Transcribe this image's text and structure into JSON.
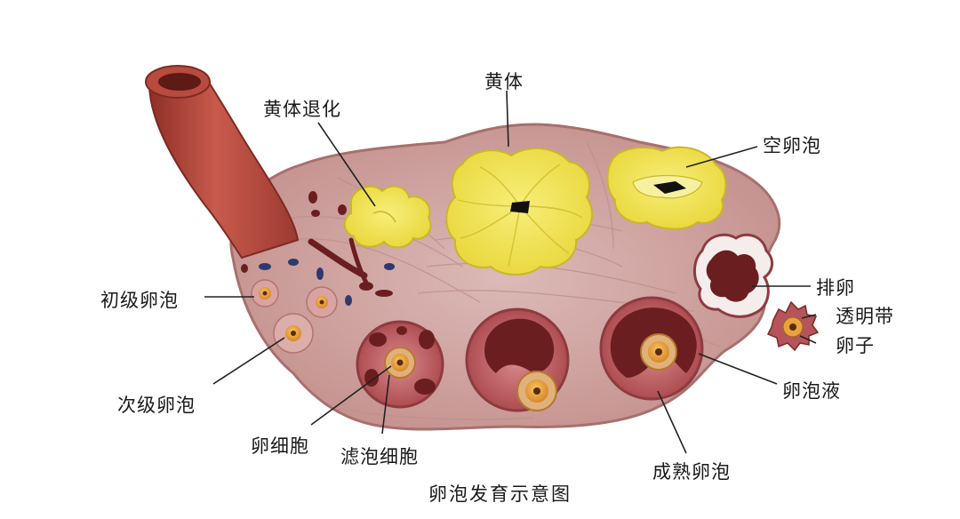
{
  "labels": {
    "corpus_luteum_regression": "黄体退化",
    "corpus_luteum": "黄体",
    "empty_follicle": "空卵泡",
    "ovulation": "排卵",
    "zona_pellucida": "透明带",
    "ovum": "卵子",
    "follicular_fluid": "卵泡液",
    "mature_follicle": "成熟卵泡",
    "granulosa_cells": "滤泡细胞",
    "oocyte": "卵细胞",
    "secondary_follicle": "次级卵泡",
    "primary_follicle": "初级卵泡"
  },
  "caption": "卵泡发育示意图",
  "colors": {
    "ovary_fill": "#c99a97",
    "ovary_inner": "#d8b3b0",
    "ovary_edge": "#a8706d",
    "tube": "#b8453a",
    "tube_dark": "#7d2a23",
    "corpus_yellow": "#f2e65a",
    "corpus_edge": "#c9b72a",
    "follicle_dark": "#6b1e1f",
    "follicle_wall": "#b5545a",
    "oocyte_orange": "#e8a33a",
    "nucleus": "#5a2b12",
    "vessel_blue": "#2e3a6e",
    "line": "#222222"
  }
}
